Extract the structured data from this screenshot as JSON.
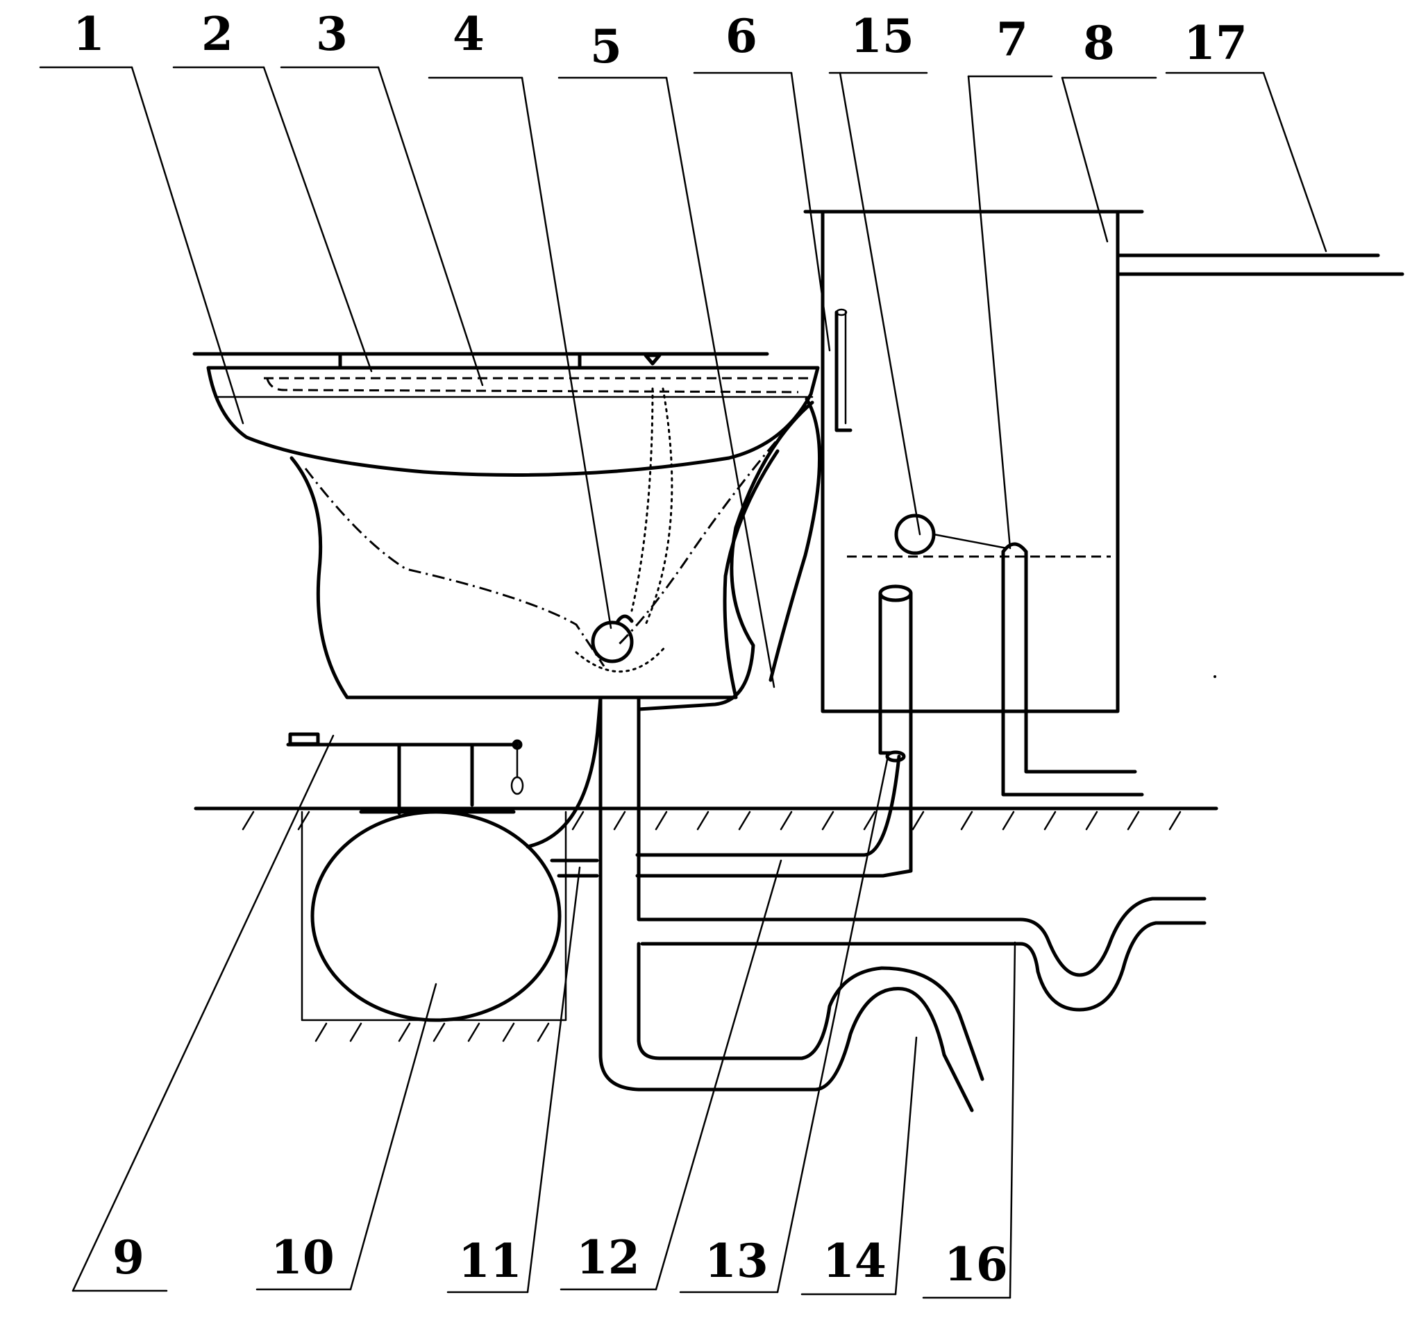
{
  "labels": {
    "l1": "1",
    "l2": "2",
    "l3": "3",
    "l4": "4",
    "l5": "5",
    "l6": "6",
    "l15": "15",
    "l7": "7",
    "l8": "8",
    "l17": "17",
    "l9": "9",
    "l10": "10",
    "l11": "11",
    "l12": "12",
    "l13": "13",
    "l14": "14",
    "l16": "16"
  }
}
